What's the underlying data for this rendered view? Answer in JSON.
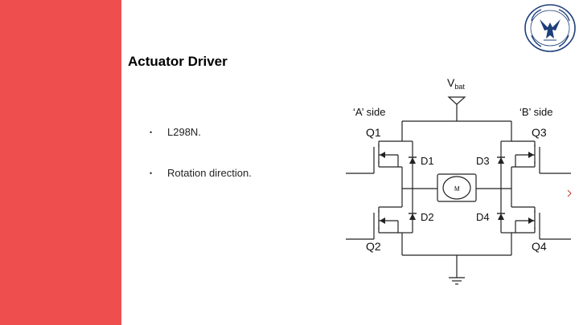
{
  "slide": {
    "title": "Actuator Driver",
    "bullets": [
      {
        "marker": "•",
        "text": "L298N."
      },
      {
        "marker": "•",
        "text": "Rotation direction."
      }
    ]
  },
  "diagram": {
    "supply_label": "V",
    "supply_subscript": "bat",
    "side_a_label": "‘A’ side",
    "side_b_label": "‘B’ side",
    "q1": "Q1",
    "q2": "Q2",
    "q3": "Q3",
    "q4": "Q4",
    "d1": "D1",
    "d2": "D2",
    "d3": "D3",
    "d4": "D4",
    "motor": "M"
  },
  "colors": {
    "sidebar": "#ef4e4f",
    "logo": "#1f3f7a"
  },
  "logo": {
    "icon": "university-eagle-seal-icon"
  }
}
